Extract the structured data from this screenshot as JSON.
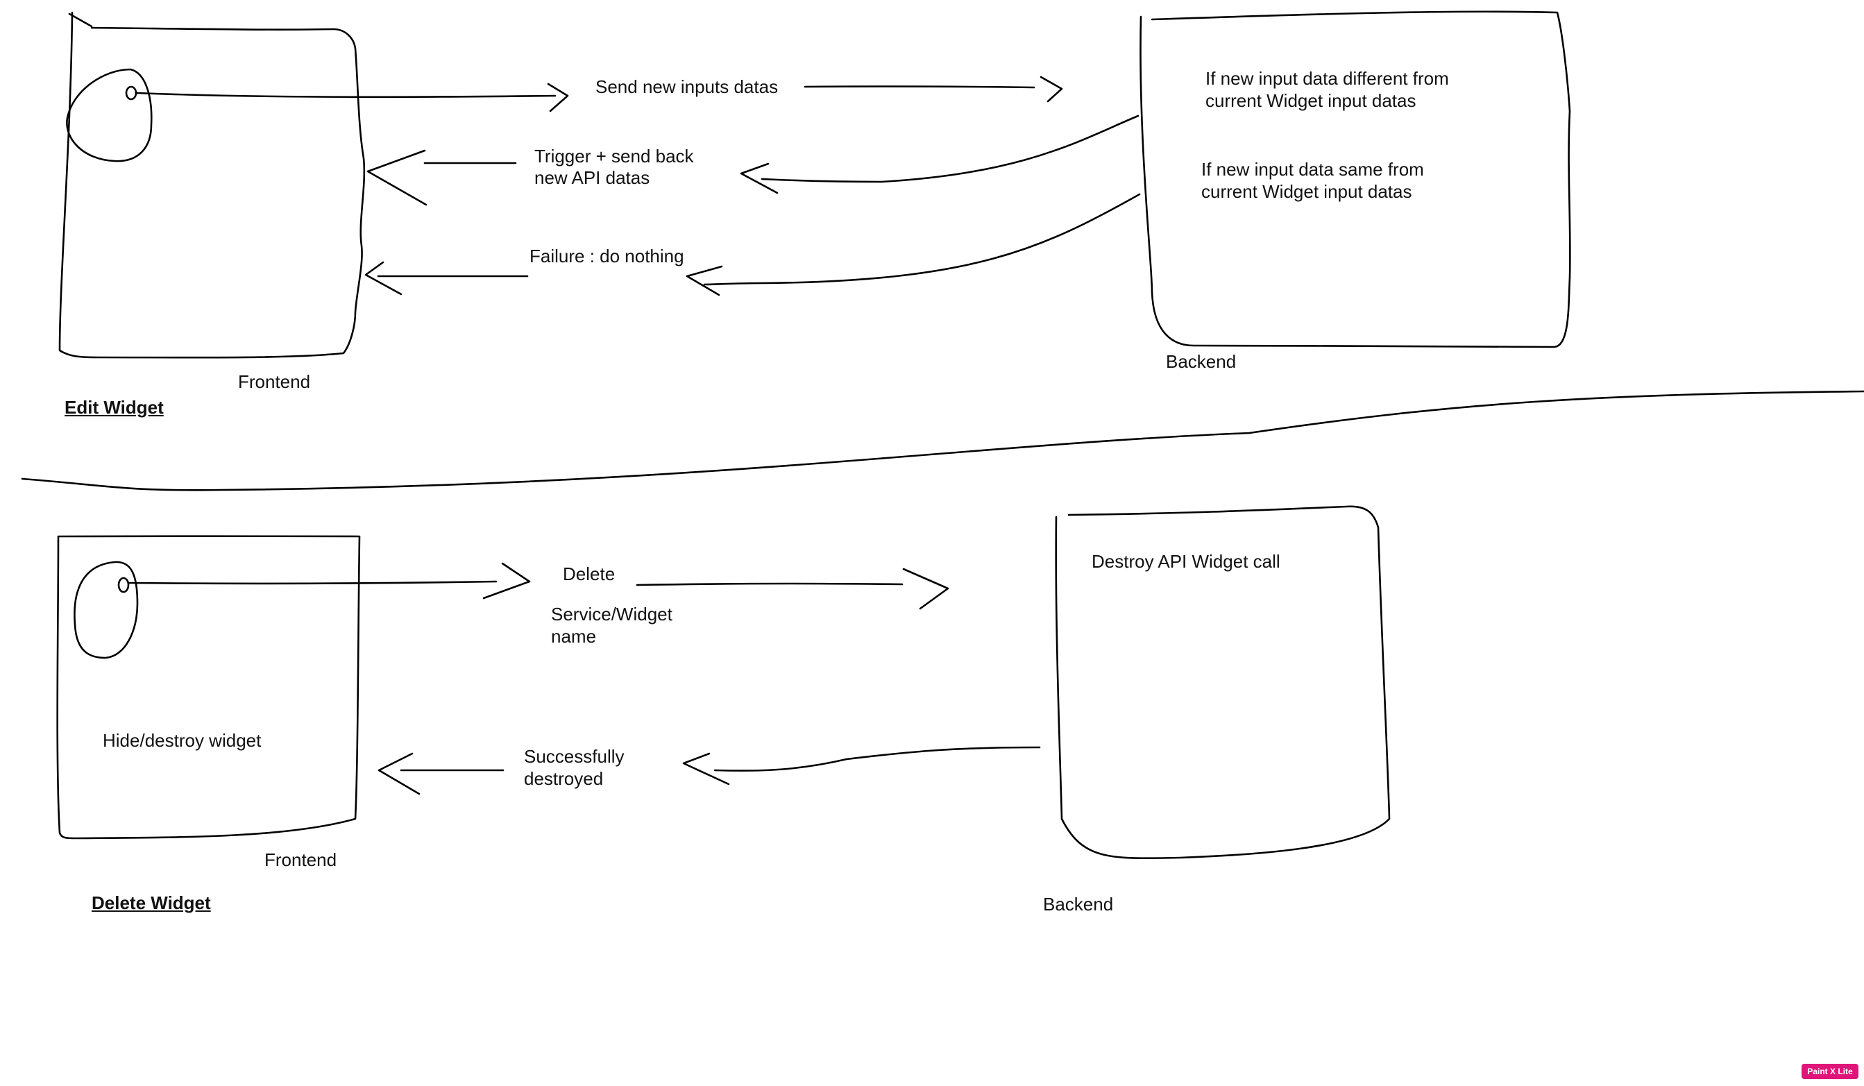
{
  "edit_section": {
    "title": "Edit Widget",
    "frontend_label": "Frontend",
    "backend_label": "Backend",
    "send_label": "Send new inputs datas",
    "trigger_label_line1": "Trigger + send back",
    "trigger_label_line2": "new API datas",
    "failure_label": "Failure : do nothing",
    "backend_note1_line1": "If new input data different from",
    "backend_note1_line2": "current Widget input datas",
    "backend_note2_line1": "If new input data same from",
    "backend_note2_line2": "current Widget input datas"
  },
  "delete_section": {
    "title": "Delete Widget",
    "frontend_label": "Frontend",
    "backend_label": "Backend",
    "delete_label": "Delete",
    "service_label_line1": "Service/Widget",
    "service_label_line2": "name",
    "hide_label": "Hide/destroy widget",
    "success_label_line1": "Successfully",
    "success_label_line2": "destroyed",
    "backend_note": "Destroy API Widget call"
  },
  "watermark": "Paint X Lite"
}
